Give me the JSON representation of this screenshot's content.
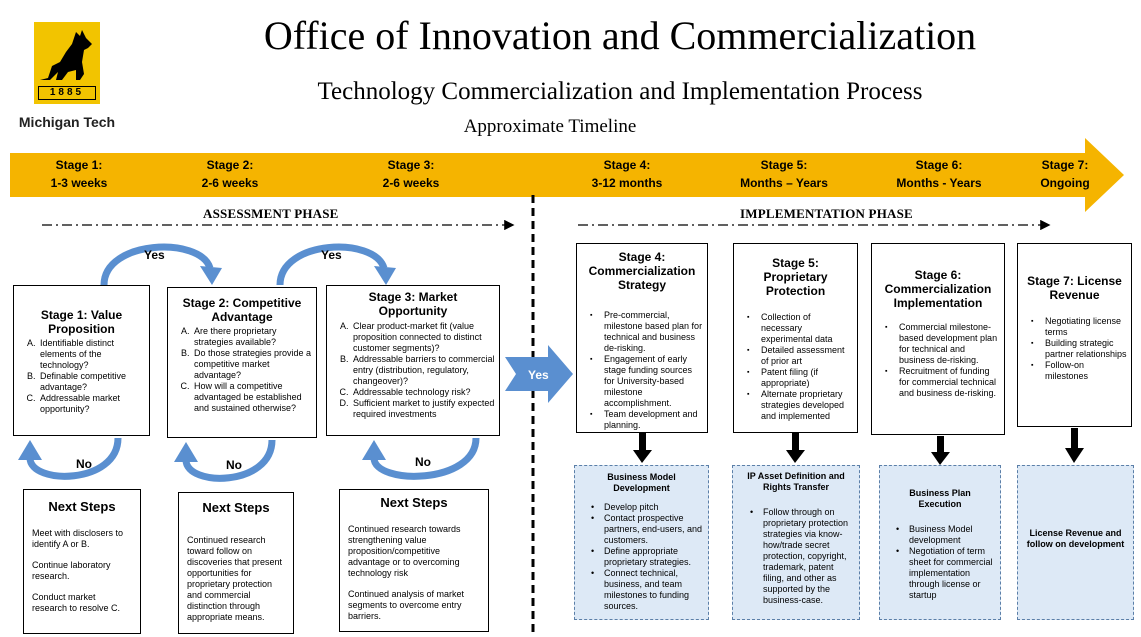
{
  "header": {
    "title": "Office of Innovation and Commercialization",
    "subtitle": "Technology Commercialization and Implementation Process",
    "timeline_label": "Approximate Timeline"
  },
  "logo": {
    "year": "1885",
    "name": "Michigan Tech",
    "icon": "husky-icon"
  },
  "colors": {
    "timeline": "#f5b400",
    "arrow_blue": "#5a8fd0",
    "panel_blue": "#dde9f6"
  },
  "timeline": [
    {
      "name": "Stage 1:",
      "duration": "1-3 weeks"
    },
    {
      "name": "Stage 2:",
      "duration": "2-6 weeks"
    },
    {
      "name": "Stage 3:",
      "duration": "2-6 weeks"
    },
    {
      "name": "Stage 4:",
      "duration": "3-12 months"
    },
    {
      "name": "Stage 5:",
      "duration": "Months – Years"
    },
    {
      "name": "Stage 6:",
      "duration": "Months - Years"
    },
    {
      "name": "Stage 7:",
      "duration": "Ongoing"
    }
  ],
  "phases": {
    "assessment": "ASSESSMENT PHASE",
    "implementation": "IMPLEMENTATION PHASE"
  },
  "flow_labels": {
    "yes": "Yes",
    "no": "No"
  },
  "assessment": [
    {
      "title": "Stage 1: Value Proposition",
      "items": [
        "Identifiable distinct elements of the technology?",
        "Definable competitive advantage?",
        "Addressable market opportunity?"
      ],
      "next_title": "Next Steps",
      "next": [
        "Meet with disclosers to identify A or B.",
        "Continue laboratory research.",
        "Conduct market research to resolve C."
      ]
    },
    {
      "title": "Stage 2: Competitive Advantage",
      "items": [
        "Are there proprietary strategies available?",
        "Do those strategies provide a competitive market advantage?",
        "How will a competitive advantaged be established and sustained otherwise?"
      ],
      "next_title": "Next Steps",
      "next": [
        "Continued research toward follow on discoveries that present opportunities for proprietary protection and commercial distinction through appropriate means."
      ]
    },
    {
      "title": "Stage 3: Market Opportunity",
      "items": [
        "Clear product-market fit (value proposition connected to distinct customer segments)?",
        "Addressable barriers to commercial entry (distribution, regulatory, changeover)?",
        "Addressable technology risk?",
        "Sufficient market to justify expected required investments"
      ],
      "next_title": "Next Steps",
      "next": [
        "Continued research towards strengthening value proposition/competitive advantage or to overcoming technology risk",
        "Continued analysis of market segments to overcome entry barriers."
      ]
    }
  ],
  "implementation": [
    {
      "title": "Stage 4: Commercialization Strategy",
      "items": [
        "Pre-commercial, milestone based plan for technical and business de-risking.",
        "Engagement of early stage funding sources for University-based milestone accomplishment.",
        "Team development and planning."
      ],
      "sub_title": "Business Model Development",
      "sub_items": [
        "Develop pitch",
        "Contact prospective partners, end-users, and customers.",
        "Define appropriate proprietary strategies.",
        "Connect technical, business, and team milestones to funding sources."
      ]
    },
    {
      "title": "Stage 5: Proprietary Protection",
      "items": [
        "Collection of necessary experimental data",
        "Detailed assessment of prior art",
        "Patent filing (if appropriate)",
        "Alternate proprietary strategies developed and implemented"
      ],
      "sub_title": "IP Asset Definition and Rights Transfer",
      "sub_items": [
        "Follow through on proprietary protection strategies via know-how/trade secret protection, copyright, trademark, patent filing, and other as supported by the business-case."
      ]
    },
    {
      "title": "Stage 6: Commercialization Implementation",
      "items": [
        "Commercial milestone-based development plan for technical and business de-risking.",
        "Recruitment of funding for commercial technical and business de-risking."
      ],
      "sub_title": "Business Plan Execution",
      "sub_items": [
        "Business Model development",
        "Negotiation of term sheet for commercial implementation through license or startup"
      ]
    },
    {
      "title": "Stage 7: License Revenue",
      "items": [
        "Negotiating license terms",
        "Building strategic partner relationships",
        "Follow-on milestones"
      ],
      "sub_title": "License Revenue and follow on development",
      "sub_items": []
    }
  ]
}
